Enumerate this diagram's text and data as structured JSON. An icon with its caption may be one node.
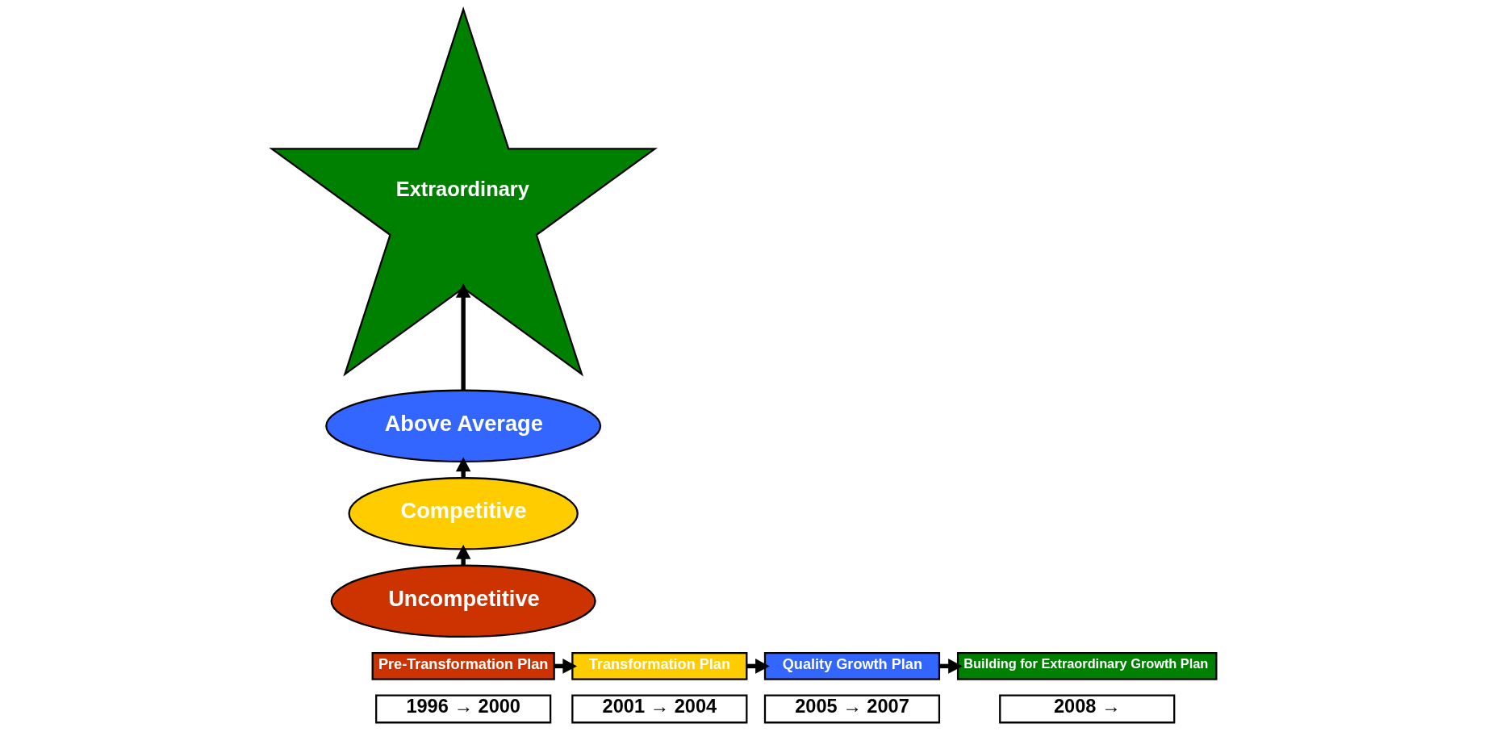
{
  "diagram": {
    "nodes": [
      {
        "text": [
          "Uncompetitive"
        ]
      },
      {
        "text": [
          "Competitive"
        ]
      },
      {
        "text": [
          "Above Average"
        ]
      },
      {
        "text": [
          "Extraordinary"
        ]
      },
      {
        "text": [
          "Pre-Transformation Plan"
        ]
      },
      {
        "text": [
          "Transformation Plan"
        ]
      },
      {
        "text": [
          "Quality Growth Plan"
        ]
      },
      {
        "text": [
          "Building for Extraordinary Growth Plan"
        ]
      },
      {
        "text": [
          "1996 → 2000"
        ]
      },
      {
        "text": [
          "2001 → 2004"
        ]
      },
      {
        "text": [
          "2005 → 2007"
        ]
      },
      {
        "text": [
          "2008 →"
        ]
      }
    ],
    "edges": [
      {
        "from": 0,
        "to": 1,
        "arrow": "to"
      },
      {
        "from": 1,
        "to": 2,
        "arrow": "to"
      },
      {
        "from": 2,
        "to": 3,
        "arrow": "to"
      },
      {
        "from": 4,
        "to": 5,
        "arrow": "to"
      },
      {
        "from": 5,
        "to": 6,
        "arrow": "to"
      },
      {
        "from": 6,
        "to": 7,
        "arrow": "to"
      }
    ]
  }
}
